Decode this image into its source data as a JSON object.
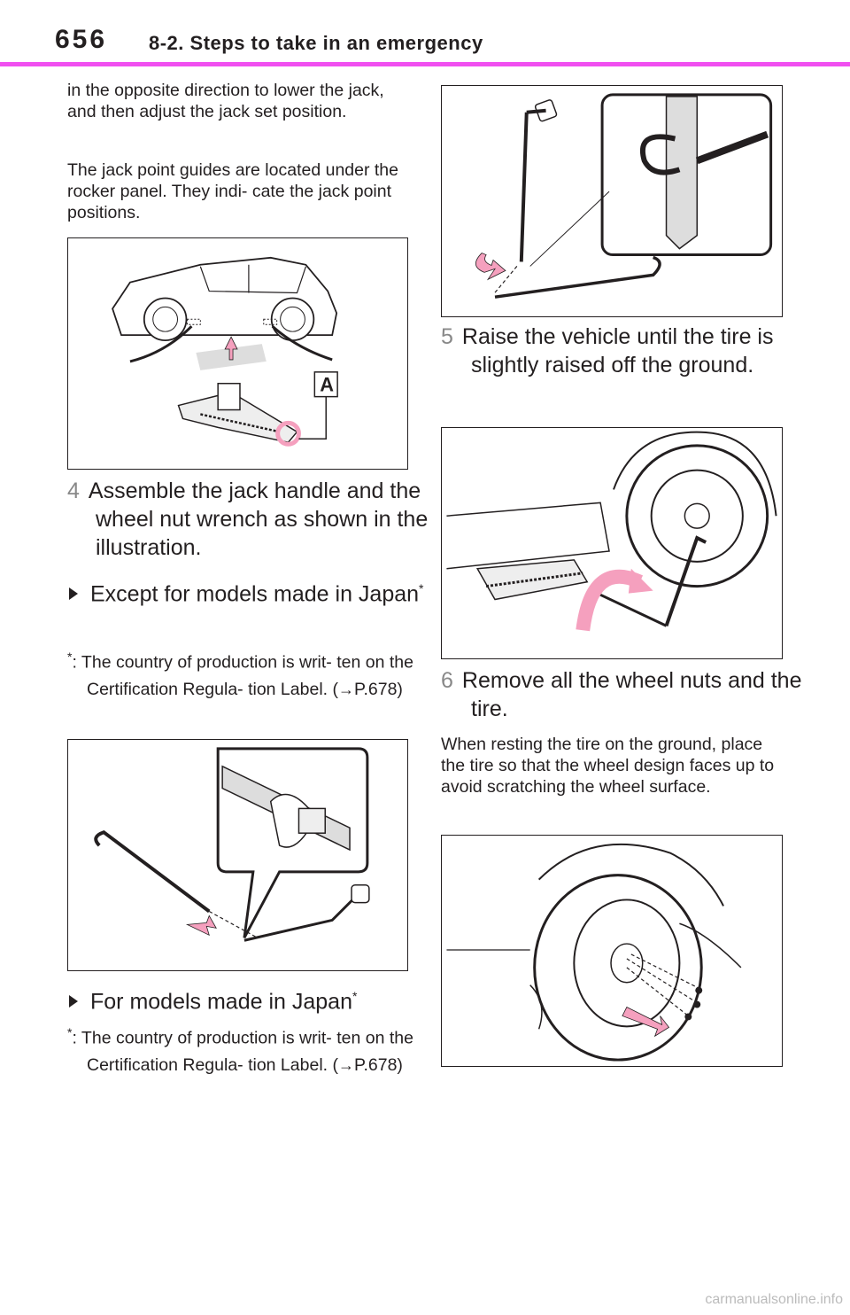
{
  "header": {
    "page_number": "656",
    "section_title": "8-2. Steps to take in an emergency"
  },
  "left": {
    "intro_text": "in the opposite direction to lower the jack, and then adjust the jack set position.",
    "jack_point_text": "The jack point guides are located under the rocker panel. They indi- cate the jack point positions.",
    "fig1_label": "A",
    "step4": {
      "num": "4",
      "text": "Assemble the jack handle and the wheel nut wrench as shown in the illustration."
    },
    "bullet1": {
      "text": "Except for models made in Japan",
      "star": "*"
    },
    "note1": {
      "star": "*",
      "text": ": The country of production is writ- ten on the Certification Regula- tion Label. (",
      "ref": "P.678)"
    },
    "bullet2": {
      "text": "For models made in Japan",
      "star": "*"
    },
    "note2": {
      "star": "*",
      "text": ": The country of production is writ- ten on the Certification Regula- tion Label. (",
      "ref": "P.678)"
    }
  },
  "right": {
    "step5": {
      "num": "5",
      "text": "Raise the vehicle until the tire is slightly raised off the ground."
    },
    "step6": {
      "num": "6",
      "text": "Remove all the wheel nuts and the tire."
    },
    "tire_text": "When resting the tire on the ground, place the tire so that the wheel design faces up to avoid scratching the wheel surface."
  },
  "footer": {
    "watermark": "carmanualsonline.info"
  },
  "colors": {
    "accent": "#f04ff0",
    "arrow_pink": "#f5a0be",
    "step_num": "#888888"
  }
}
